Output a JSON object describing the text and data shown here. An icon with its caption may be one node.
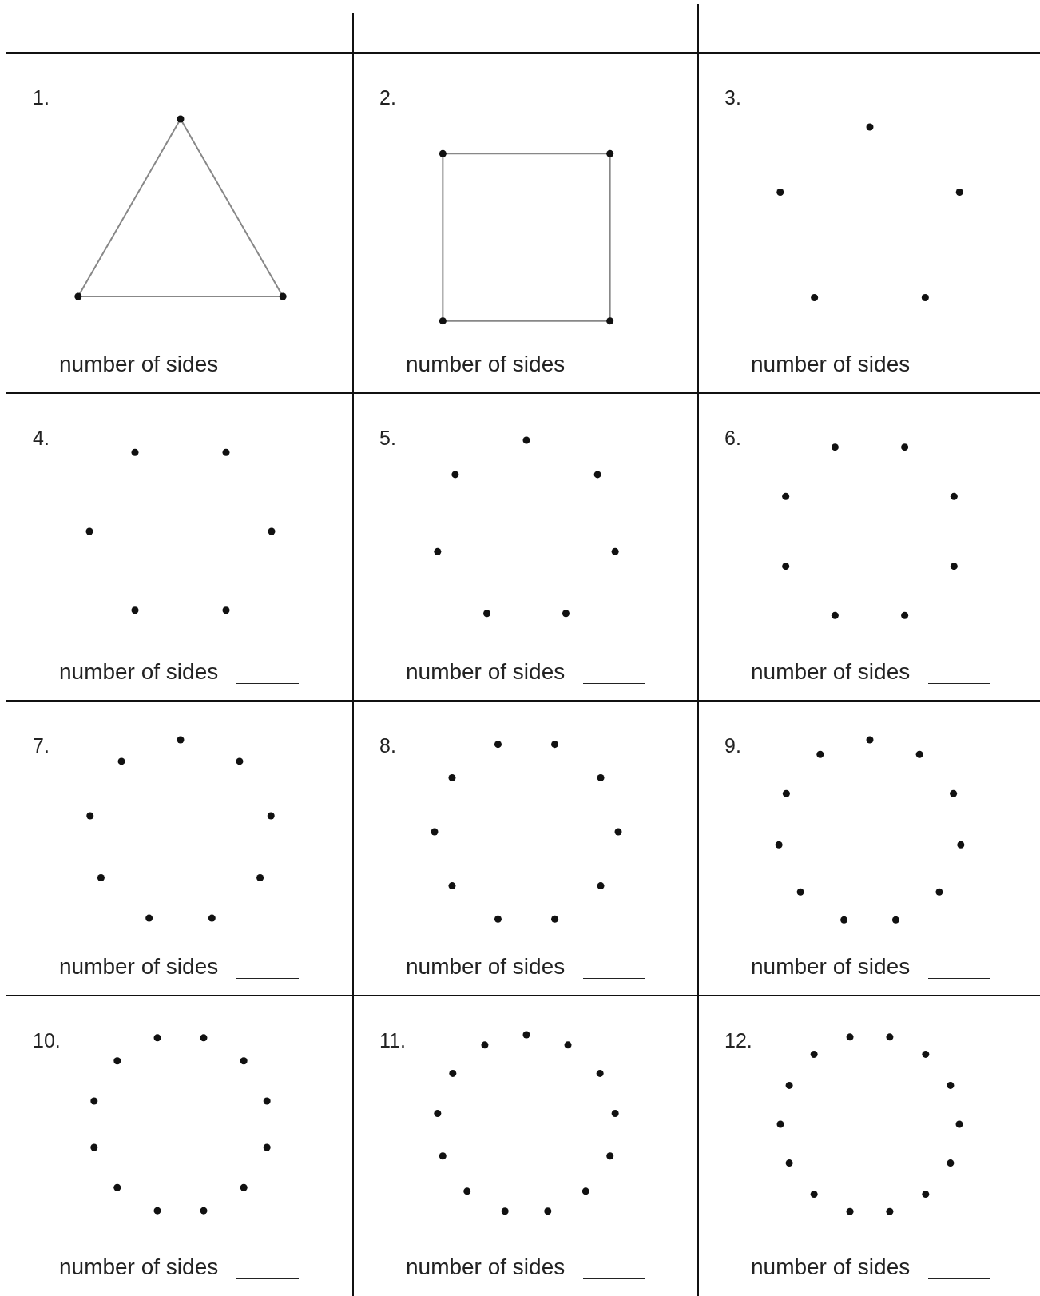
{
  "diagram": {
    "labels": [
      "1.",
      "number of sides",
      "2.",
      "number of sides",
      "3.",
      "number of sides",
      "4.",
      "number of sides",
      "5.",
      "number of sides",
      "6.",
      "number of sides",
      "7.",
      "number of sides",
      "8.",
      "number of sides",
      "9.",
      "number of sides",
      "10.",
      "number of sides",
      "11.",
      "number of sides",
      "12.",
      "number of sides"
    ]
  }
}
